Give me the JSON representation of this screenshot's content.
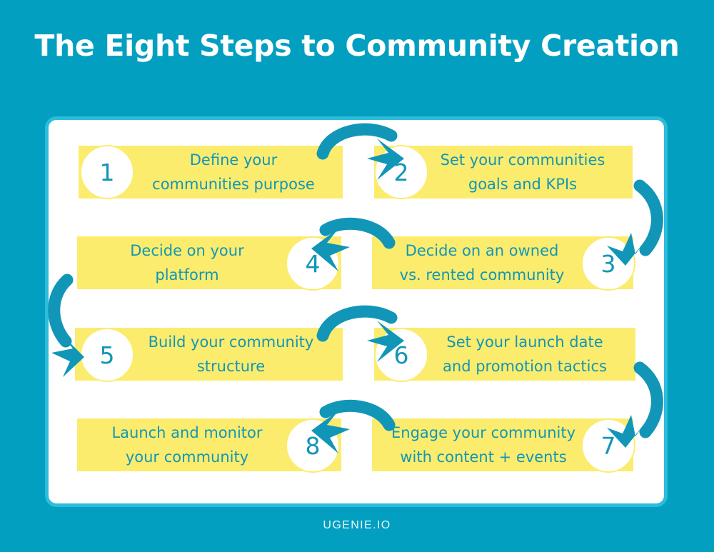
{
  "title": "The Eight Steps to Community Creation",
  "footer": "UGENIE.IO",
  "colors": {
    "background": "#029fc0",
    "card_border": "#2dbcda",
    "card_fill": "#ffffff",
    "bar_yellow": "#fbec6d",
    "text_teal": "#1296b7",
    "arrow_teal": "#1296b7",
    "title_white": "#ffffff"
  },
  "steps": [
    {
      "number": "1",
      "label": "Define your\ncommunities purpose",
      "circle_side": "left"
    },
    {
      "number": "2",
      "label": "Set your communities\ngoals and KPIs",
      "circle_side": "left"
    },
    {
      "number": "3",
      "label": "Decide on an owned\nvs. rented community",
      "circle_side": "right"
    },
    {
      "number": "4",
      "label": "Decide on your\nplatform",
      "circle_side": "right"
    },
    {
      "number": "5",
      "label": "Build your community\nstructure",
      "circle_side": "left"
    },
    {
      "number": "6",
      "label": "Set your launch date\nand promotion tactics",
      "circle_side": "left"
    },
    {
      "number": "7",
      "label": "Engage your community\nwith content + events",
      "circle_side": "right"
    },
    {
      "number": "8",
      "label": "Launch and monitor\nyour community",
      "circle_side": "right"
    }
  ],
  "arrows": [
    {
      "name": "arrow-1-to-2",
      "direction": "right"
    },
    {
      "name": "arrow-2-to-3",
      "direction": "down-right-side"
    },
    {
      "name": "arrow-3-to-4",
      "direction": "left"
    },
    {
      "name": "arrow-4-to-5",
      "direction": "down-left-side"
    },
    {
      "name": "arrow-5-to-6",
      "direction": "right"
    },
    {
      "name": "arrow-6-to-7",
      "direction": "down-right-side"
    },
    {
      "name": "arrow-7-to-8",
      "direction": "left"
    }
  ]
}
